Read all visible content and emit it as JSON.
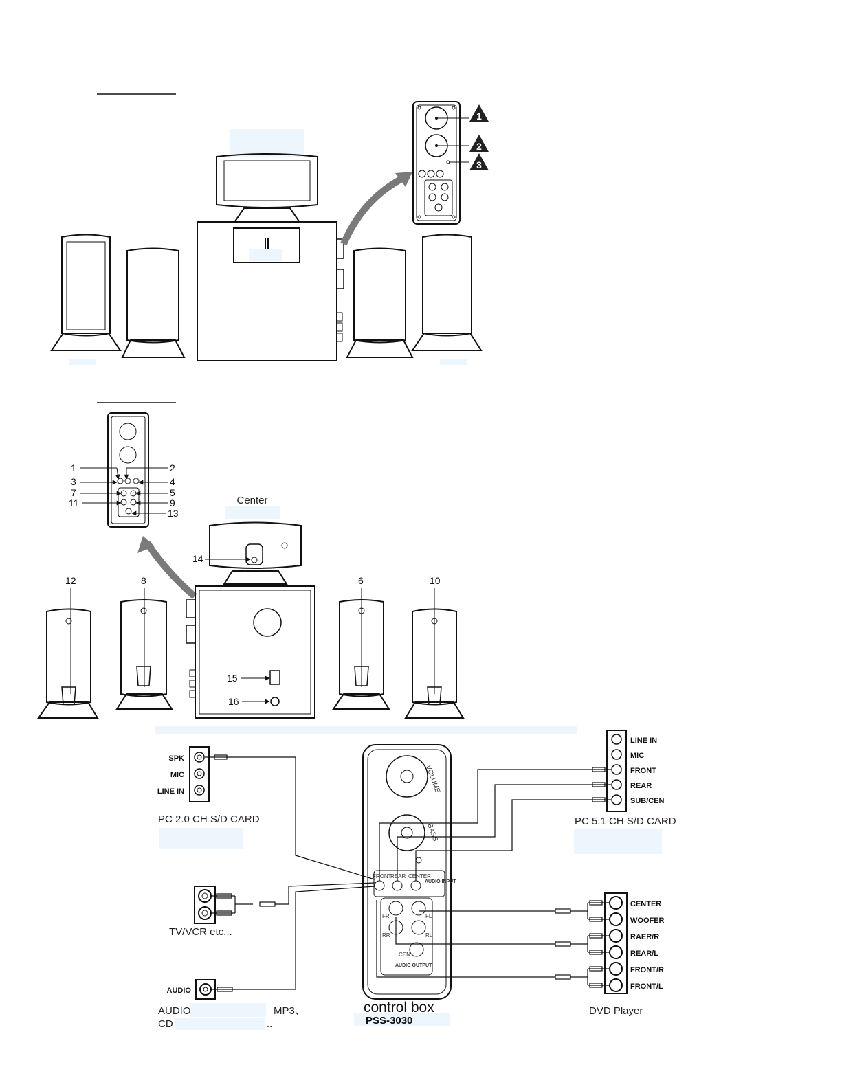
{
  "callouts_top": [
    "1",
    "2",
    "3"
  ],
  "callouts_back": {
    "panel": [
      "1",
      "2",
      "3",
      "4",
      "7",
      "5",
      "11",
      "9",
      "13"
    ],
    "n12": "12",
    "n8": "8",
    "n6": "6",
    "n10": "10",
    "n14": "14",
    "n15": "15",
    "n16": "16"
  },
  "center_label": "Center",
  "panel_text": {
    "volume": "VOLUME",
    "bass": "BASS",
    "front": "FRONT",
    "rear": "REAR",
    "center": "CENTER",
    "audio_input": "AUDIO INPUT",
    "fr": "FR",
    "fl": "FL",
    "rr": "RR",
    "rl": "RL",
    "cen": "CEN",
    "audio_output": "AUDIO OUTPUT"
  },
  "pc20": {
    "ports": [
      "SPK",
      "MIC",
      "LINE IN"
    ],
    "caption": "PC 2.0 CH S/D CARD"
  },
  "pc51": {
    "ports": [
      "LINE IN",
      "MIC",
      "FRONT",
      "REAR",
      "SUB/CEN"
    ],
    "caption": "PC 5.1 CH S/D CARD"
  },
  "tv": {
    "caption": "TV/VCR etc..."
  },
  "audio_src": {
    "port": "AUDIO",
    "caption_1a": "AUDIO",
    "caption_1b": "MP3、",
    "caption_2a": "CD",
    "caption_2b": ".."
  },
  "control_box": {
    "title": "control box",
    "model": "PSS-3030"
  },
  "dvd": {
    "ports": [
      "CENTER",
      "WOOFER",
      "RAER/R",
      "REAR/L",
      "FRONT/R",
      "FRONT/L"
    ],
    "caption": "DVD Player"
  },
  "colors": {
    "line": "#111111",
    "pale_box": "#eef6fd",
    "arrow": "#7a7a7a"
  }
}
